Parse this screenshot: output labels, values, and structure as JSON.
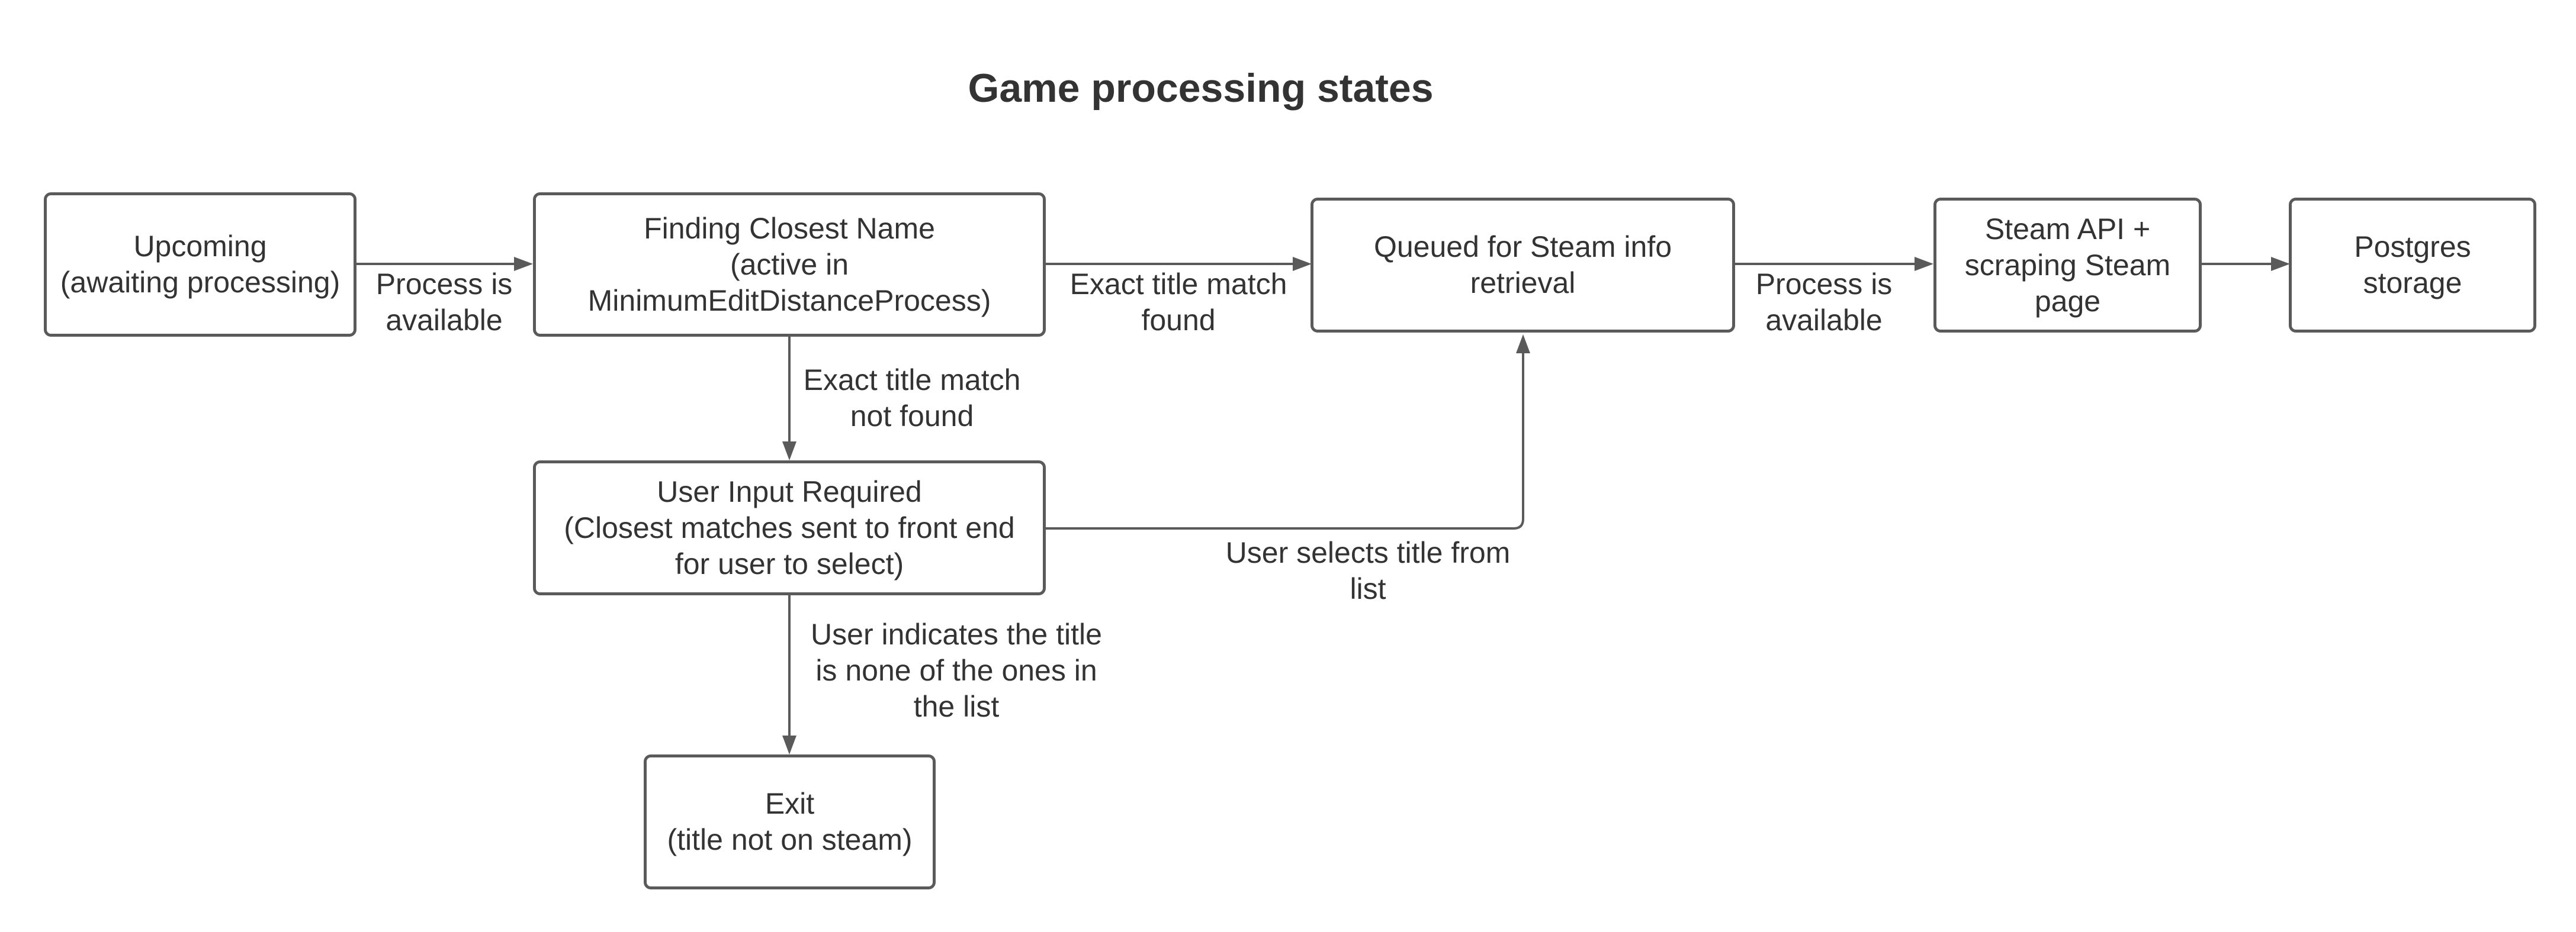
{
  "title": "Game processing states",
  "nodes": {
    "upcoming": [
      "Upcoming",
      "(awaiting processing)"
    ],
    "finding": [
      "Finding Closest Name",
      "(active in",
      "MinimumEditDistanceProcess)"
    ],
    "queued": [
      "Queued for Steam info",
      "retrieval"
    ],
    "steam_api": [
      "Steam API +",
      "scraping Steam",
      "page"
    ],
    "postgres": [
      "Postgres",
      "storage"
    ],
    "user_input": [
      "User Input Required",
      "(Closest matches sent to front end",
      "for user to select)"
    ],
    "exit": [
      "Exit",
      "(title not on steam)"
    ]
  },
  "edge_labels": {
    "upcoming_to_finding": [
      "Process is",
      "available"
    ],
    "finding_to_queued": [
      "Exact title match",
      "found"
    ],
    "finding_to_user_input": [
      "Exact title match",
      "not found"
    ],
    "user_input_to_queued": [
      "User selects title from",
      "list"
    ],
    "queued_to_steam_api": [
      "Process is",
      "available"
    ],
    "user_input_to_exit": [
      "User indicates the title",
      "is none of the ones in",
      "the list"
    ]
  },
  "colors": {
    "stroke": "#5a5a5a",
    "text": "#333333",
    "background": "#ffffff"
  }
}
